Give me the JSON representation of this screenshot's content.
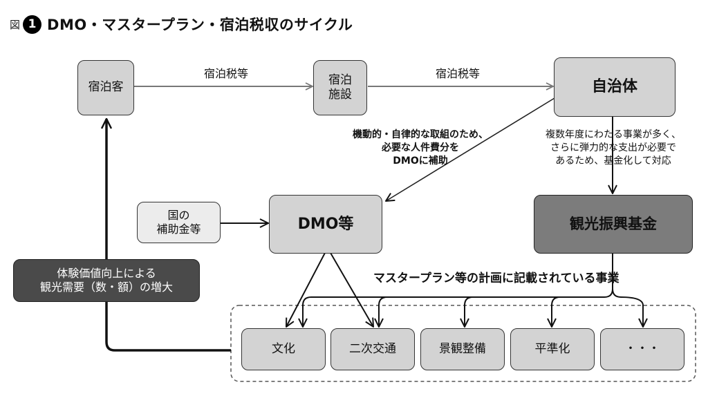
{
  "title": {
    "prefix": "図",
    "number": "1",
    "text": "DMO・マスタープラン・宿泊税収のサイクル"
  },
  "nodes": {
    "guest": "宿泊客",
    "lodging_1": "宿泊",
    "lodging_2": "施設",
    "municipality": "自治体",
    "subsidy_1": "国の",
    "subsidy_2": "補助金等",
    "dmo": "DMO等",
    "fund": "観光振興基金",
    "demand_1": "体験価値向上による",
    "demand_2": "観光需要（数・額）の増大",
    "culture": "文化",
    "transport": "二次交通",
    "landscape": "景観整備",
    "leveling": "平準化",
    "etc": "・・・"
  },
  "labels": {
    "tax_1": "宿泊税等",
    "tax_2": "宿泊税等",
    "dmo_support_1": "機動的・自律的な取組のため、",
    "dmo_support_2": "必要な人件費分を",
    "dmo_support_3": "DMOに補助",
    "fund_note_1": "複数年度にわたる事業が多く、",
    "fund_note_2": "さらに弾力的な支出が必要で",
    "fund_note_3": "あるため、基金化して対応",
    "master_plan": "マスタープラン等の計画に記載されている事業"
  }
}
